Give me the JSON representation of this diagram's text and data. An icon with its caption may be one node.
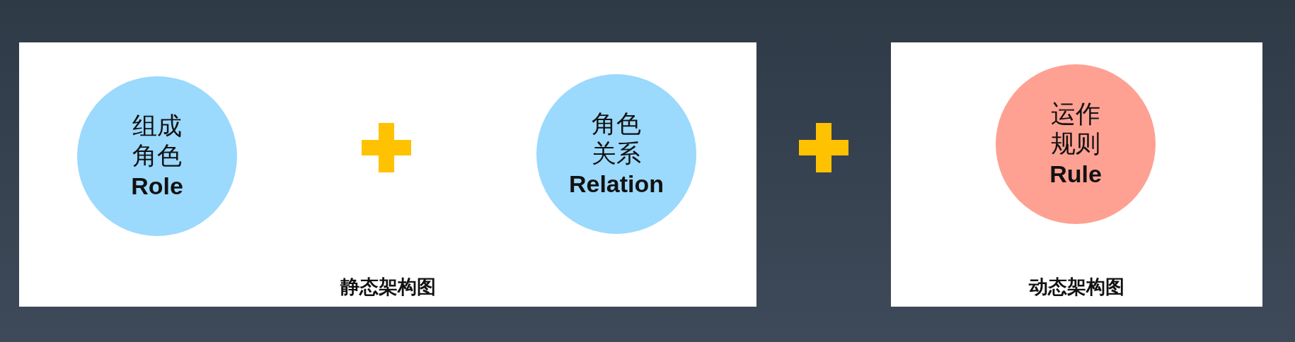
{
  "diagram": {
    "nodes": [
      {
        "text": [
          "静态架构图"
        ]
      },
      {
        "text": [
          "组成角色",
          "Role"
        ],
        "in": 0
      },
      {
        "text": [
          "角色关系",
          "Relation"
        ],
        "in": 0
      },
      {
        "text": [
          "动态架构图"
        ]
      },
      {
        "text": [
          "运作规则",
          "Rule"
        ],
        "in": 3
      }
    ]
  }
}
